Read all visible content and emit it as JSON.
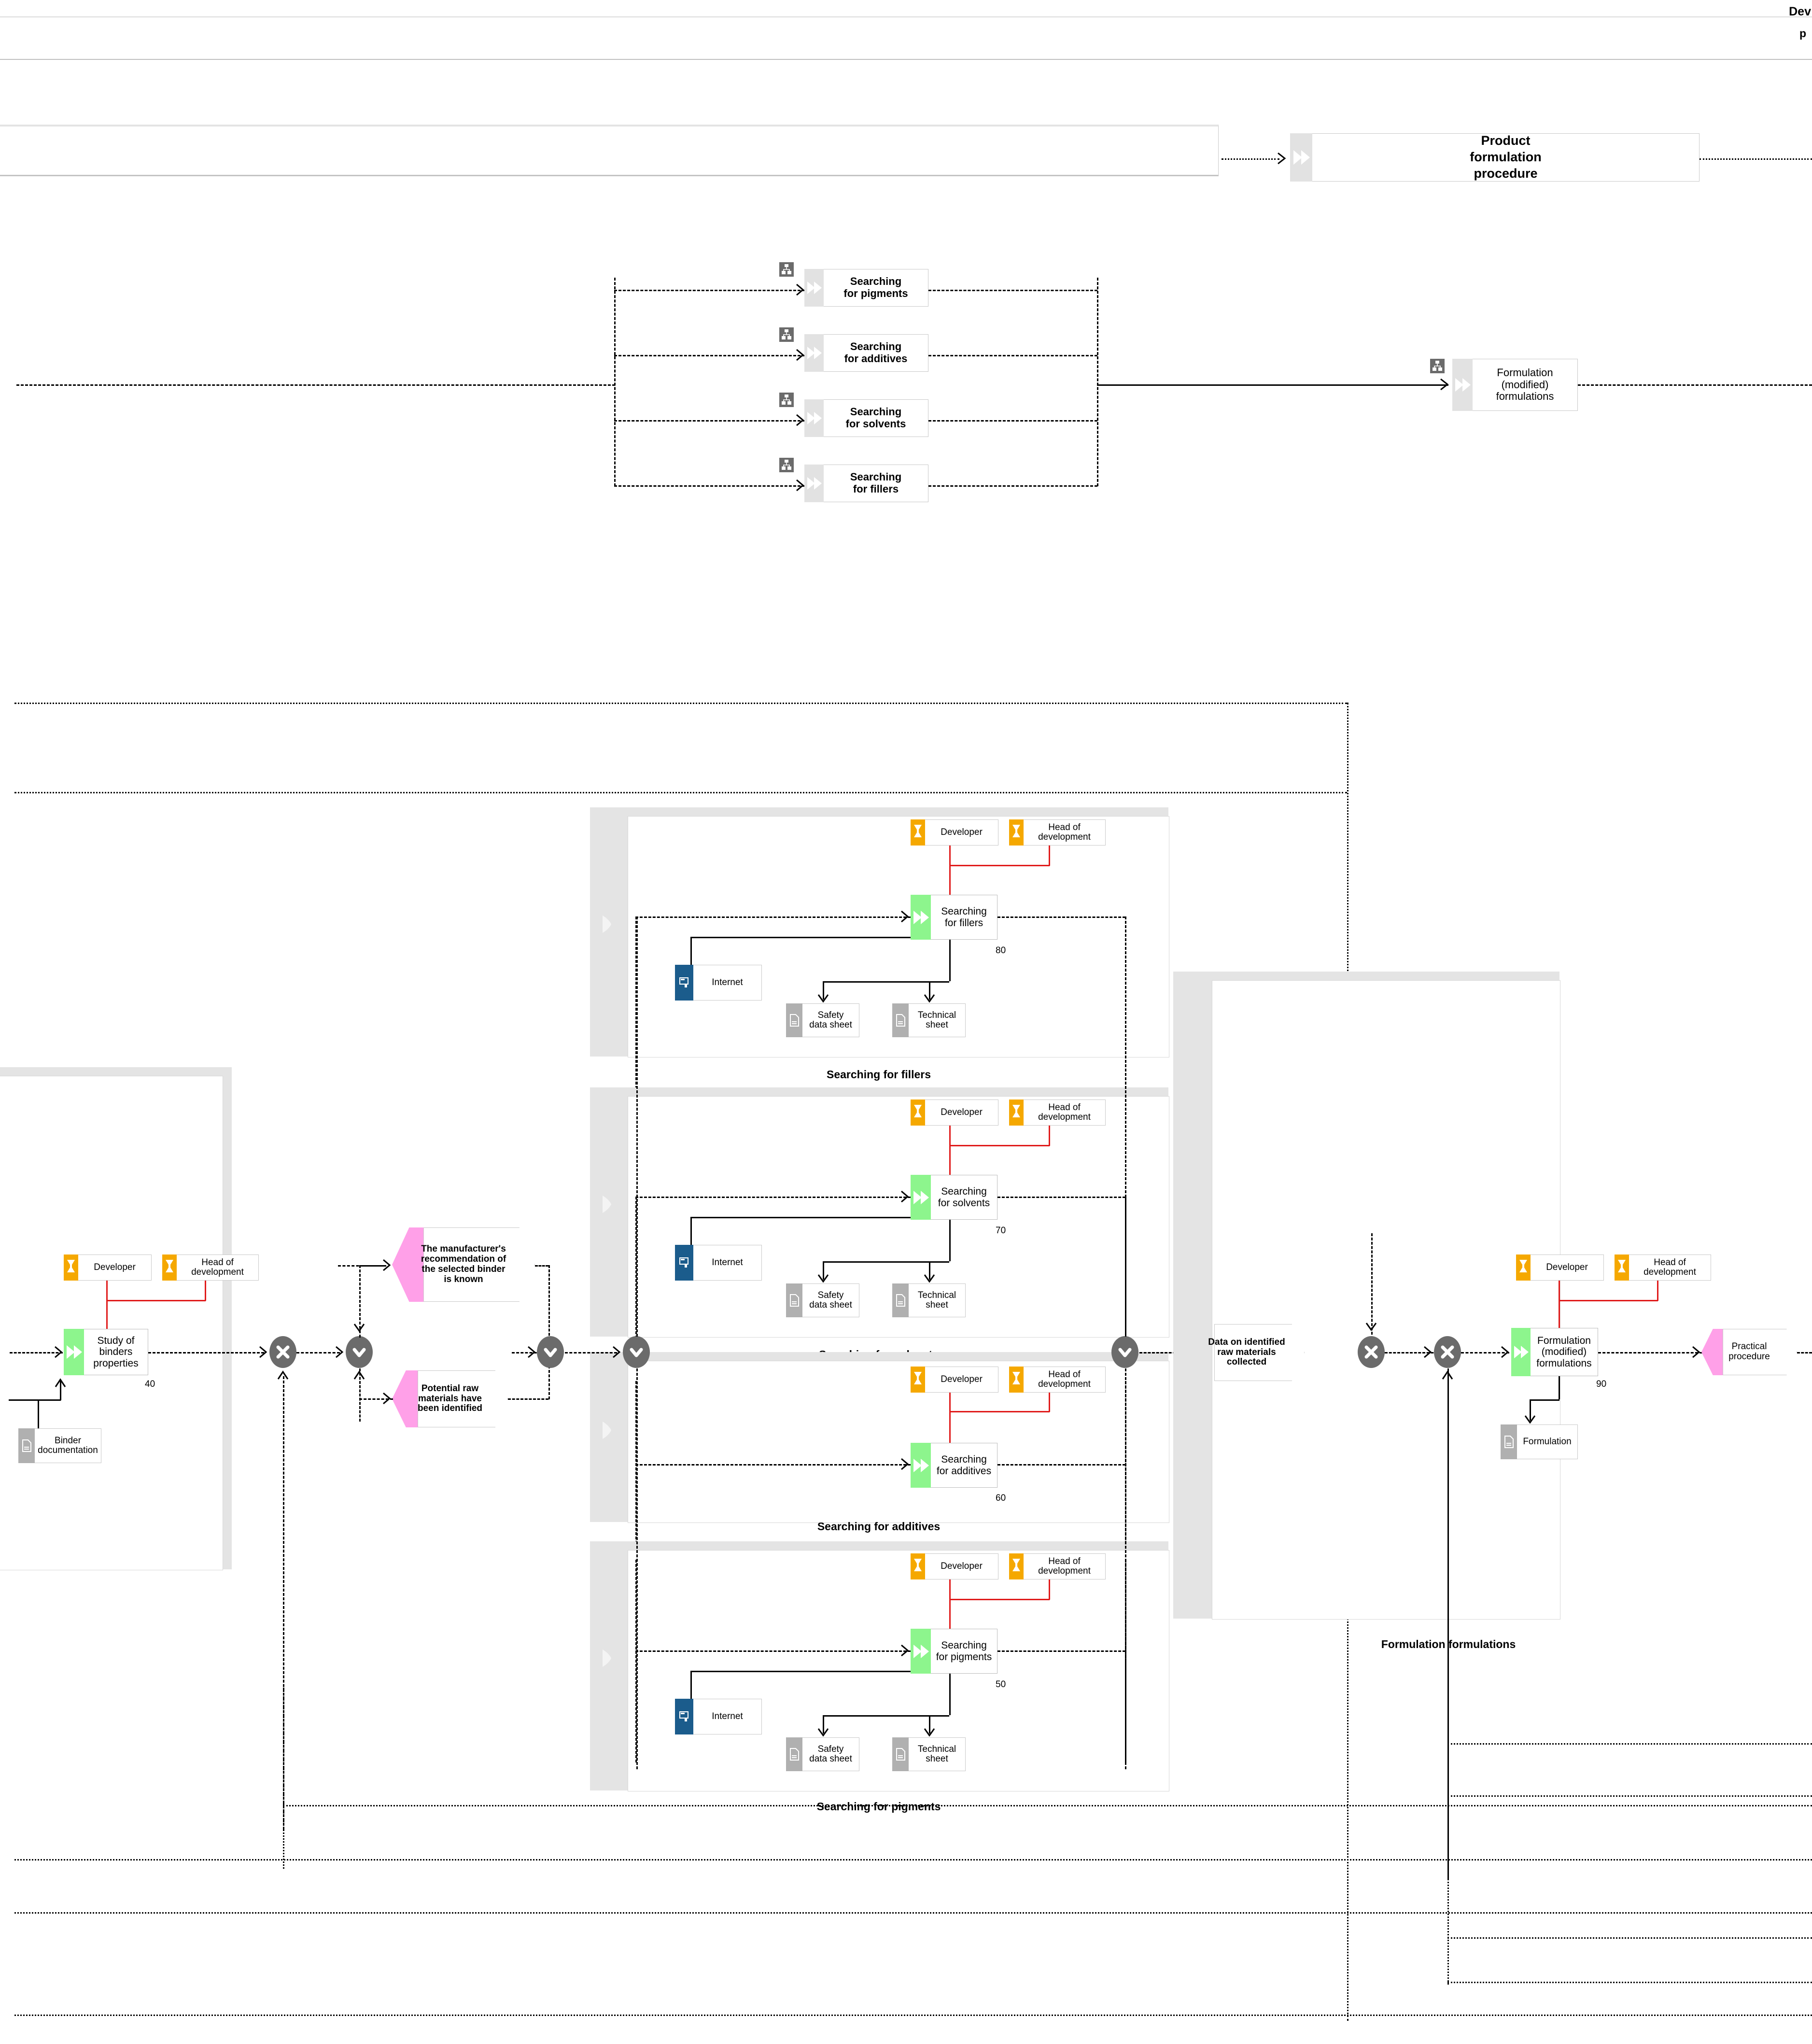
{
  "diagram": {
    "type": "bpmn-eepc-process-model",
    "title_fragment_top": "Dev",
    "title_fragment_second": "p"
  },
  "header": {
    "value_chain": {
      "node_label": "Product\nformulation\nprocedure"
    }
  },
  "decomposition": {
    "items": [
      {
        "label": "Searching\nfor pigments"
      },
      {
        "label": "Searching\nfor additives"
      },
      {
        "label": "Searching\nfor solvents"
      },
      {
        "label": "Searching\nfor fillers"
      }
    ],
    "result": {
      "label": "Formulation\n(modified)\nformulations"
    }
  },
  "roles": {
    "developer": "Developer",
    "head_of_development": "Head of\ndevelopment"
  },
  "systems": {
    "internet": "Internet"
  },
  "documents": {
    "safety_data_sheet": "Safety\ndata sheet",
    "technical_sheet": "Technical\nsheet",
    "binder_documentation": "Binder\ndocumentation",
    "formulation": "Formulation"
  },
  "main_flow": {
    "study_of_binders": {
      "label": "Study of\nbinders\nproperties",
      "number": "40"
    },
    "events": {
      "manufacturer_recommendation": "The manufacturer's\nrecommendation of\nthe selected binder\nis known",
      "potential_raw_materials": "Potential raw\nmaterials have\nbeen identified",
      "data_collected": "Data on identified\nraw materials\ncollected",
      "practical_procedure": "Practical\nprocedure"
    },
    "formulation_task": {
      "label": "Formulation\n(modified)\nformulations",
      "number": "90"
    }
  },
  "subprocesses": [
    {
      "id": "fillers",
      "caption": "Searching for fillers",
      "task": {
        "label": "Searching\nfor fillers",
        "number": "80"
      },
      "roles": [
        "Developer",
        "Head of\ndevelopment"
      ],
      "system": "Internet",
      "documents": [
        "Safety\ndata sheet",
        "Technical\nsheet"
      ]
    },
    {
      "id": "solvents",
      "caption": "Searching for solvents",
      "task": {
        "label": "Searching\nfor solvents",
        "number": "70"
      },
      "roles": [
        "Developer",
        "Head of\ndevelopment"
      ],
      "system": "Internet",
      "documents": [
        "Safety\ndata sheet",
        "Technical\nsheet"
      ]
    },
    {
      "id": "additives",
      "caption": "Searching for additives",
      "task": {
        "label": "Searching\nfor additives",
        "number": "60"
      },
      "roles": [
        "Developer",
        "Head of\ndevelopment"
      ],
      "system": null,
      "documents": []
    },
    {
      "id": "pigments",
      "caption": "Searching for pigments",
      "task": {
        "label": "Searching\nfor pigments",
        "number": "50"
      },
      "roles": [
        "Developer",
        "Head of\ndevelopment"
      ],
      "system": "Internet",
      "documents": [
        "Safety\ndata sheet",
        "Technical\nsheet"
      ]
    }
  ],
  "containers": {
    "formulation_group_caption": "Formulation formulations"
  },
  "colors": {
    "role_orange": "#f5a800",
    "task_green": "#8df58d",
    "event_pink": "#ffa0e8",
    "system_blue": "#1b5c8c",
    "document_grey": "#b0b0b0",
    "gateway_grey": "#6b6b6b",
    "assignment_red": "#e01b1b",
    "container_grey": "#e4e4e4"
  }
}
